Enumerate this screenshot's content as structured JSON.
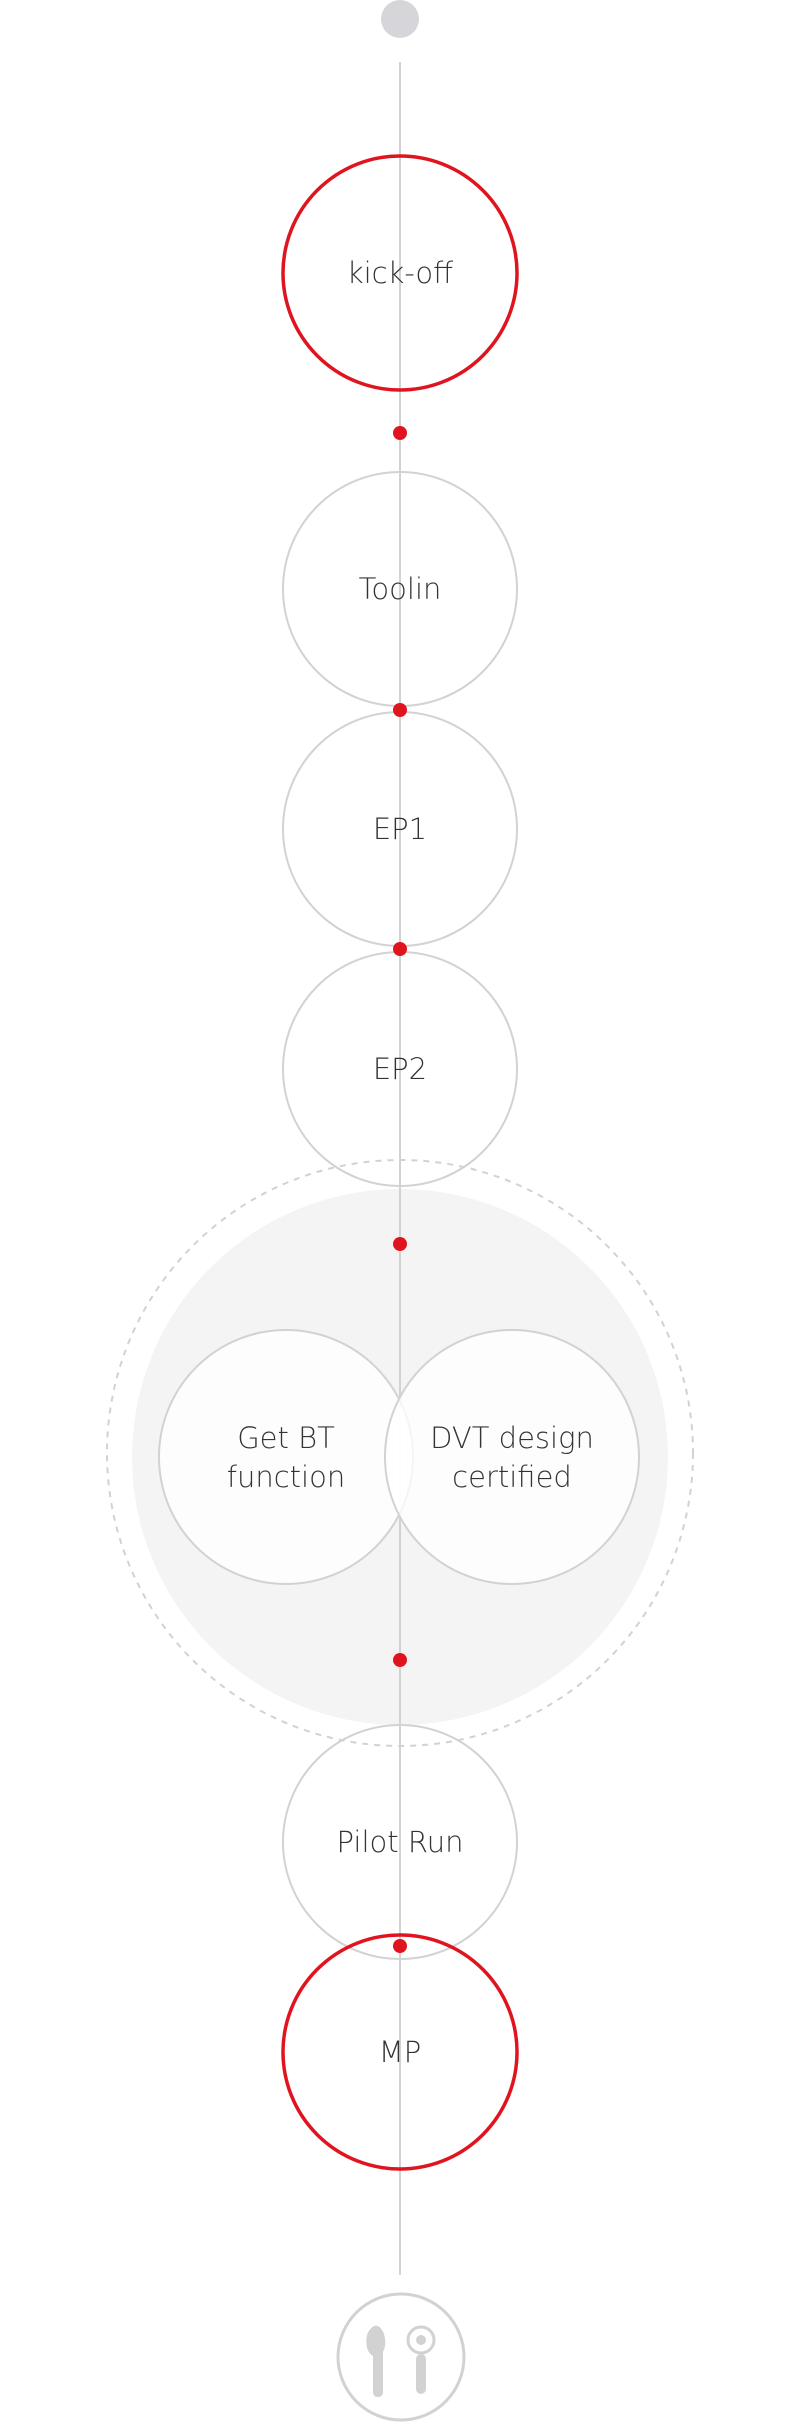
{
  "colors": {
    "accent": "#e0141e",
    "line": "#d2d2d2",
    "group_fill": "#f4f4f4",
    "text": "#333333",
    "top_dot": "#d6d6da"
  },
  "stages": [
    {
      "label": "kick-off",
      "highlight": true
    },
    {
      "label": "Toolin",
      "highlight": false
    },
    {
      "label": "EP1",
      "highlight": false
    },
    {
      "label": "EP2",
      "highlight": false
    },
    {
      "label": "Pilot Run",
      "highlight": false
    },
    {
      "label": "MP",
      "highlight": true
    }
  ],
  "parallel_group": {
    "left": {
      "line1": "Get BT",
      "line2": "function"
    },
    "right": {
      "line1": "DVT design",
      "line2": "certified"
    }
  },
  "end_icon": "earphones-icon"
}
